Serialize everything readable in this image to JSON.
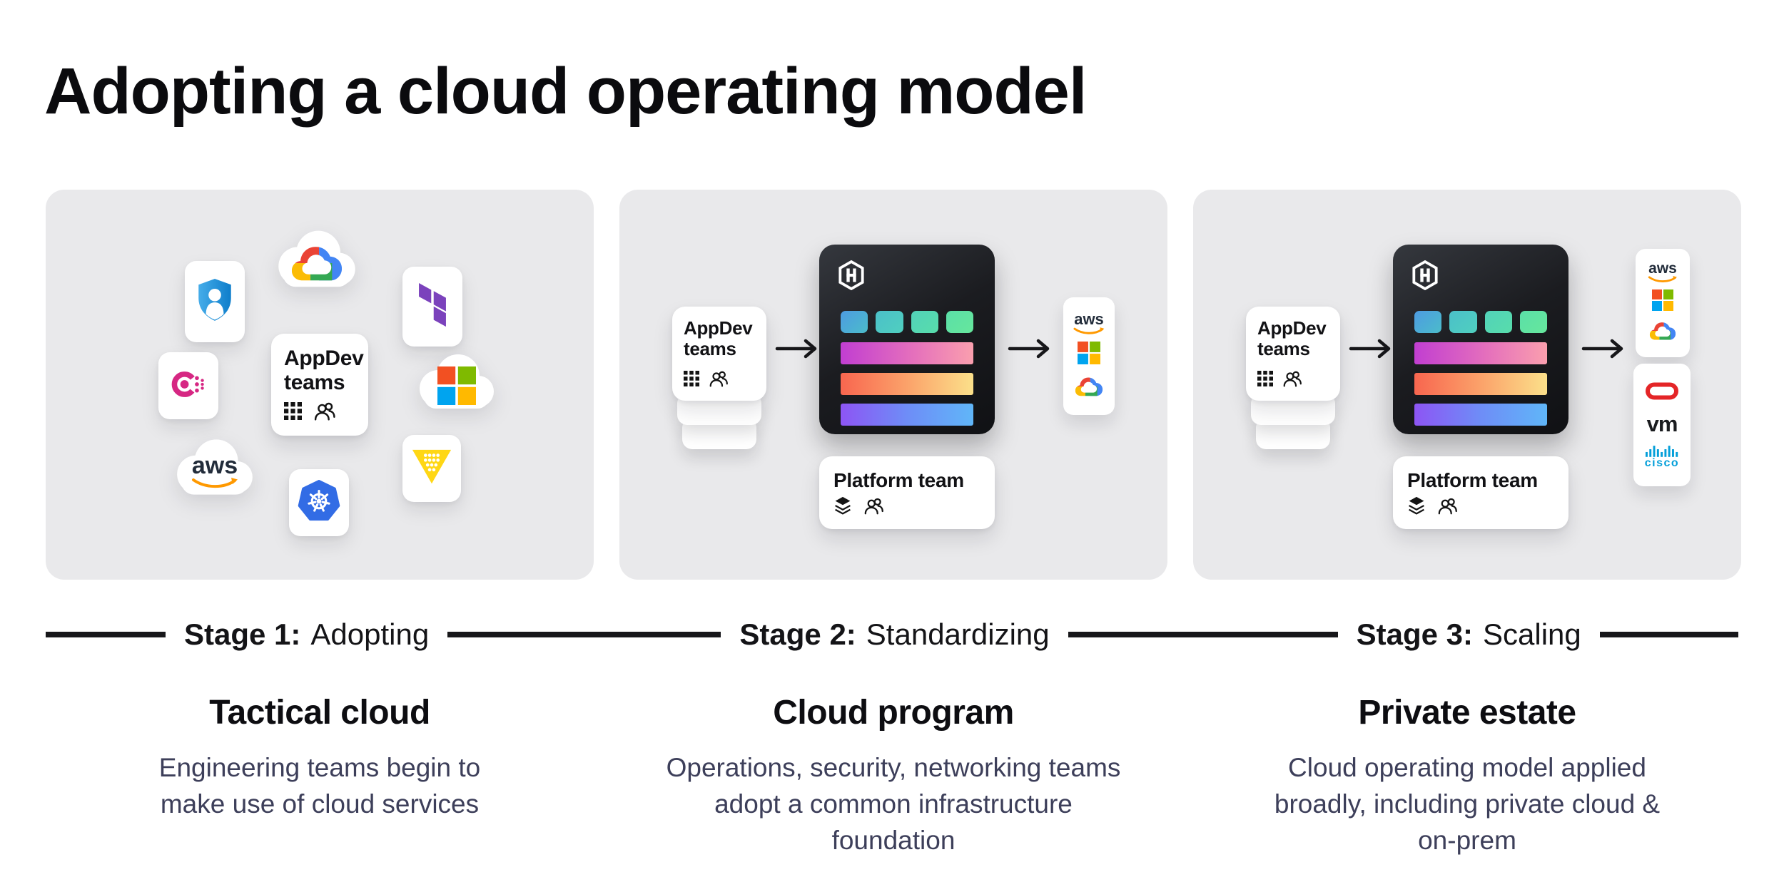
{
  "title": "Adopting a cloud operating model",
  "stage_row": {
    "stages": [
      {
        "prefix": "Stage 1:",
        "name": "Adopting"
      },
      {
        "prefix": "Stage 2:",
        "name": "Standardizing"
      },
      {
        "prefix": "Stage 3:",
        "name": "Scaling"
      }
    ]
  },
  "columns": [
    {
      "heading": "Tactical cloud",
      "description": "Engineering teams begin to make use of cloud services"
    },
    {
      "heading": "Cloud program",
      "description": "Operations, security, networking teams adopt a common infrastructure foundation"
    },
    {
      "heading": "Private estate",
      "description": "Cloud operating model applied broadly, including private cloud & on-prem"
    }
  ],
  "labels": {
    "appdev": "AppDev teams",
    "platform": "Platform team"
  },
  "logo_text": {
    "aws": "aws",
    "vm": "vm",
    "cisco": "cisco"
  },
  "icons": {
    "panel1": [
      "identity-shield-icon",
      "google-cloud-icon",
      "terraform-icon",
      "consul-icon",
      "microsoft-icon",
      "aws-icon",
      "kubernetes-icon",
      "vault-icon",
      "grid-icon",
      "people-icon"
    ],
    "panel2": [
      "grid-icon",
      "people-icon",
      "arrow-right-icon",
      "hashicorp-icon",
      "aws-icon",
      "microsoft-icon",
      "google-cloud-icon",
      "layers-icon"
    ],
    "panel3": [
      "grid-icon",
      "people-icon",
      "arrow-right-icon",
      "hashicorp-icon",
      "aws-icon",
      "microsoft-icon",
      "google-cloud-icon",
      "oracle-icon",
      "vmware-icon",
      "cisco-icon",
      "layers-icon"
    ]
  },
  "colors": {
    "panel_background": "#e9e9eb",
    "stage_line": "#17171a",
    "heading_text": "#0d0d11",
    "body_text": "#3d3f5a",
    "dark_box": "#1b1c20",
    "bar_pink": "#c13ed1-#fa9fae",
    "bar_orange": "#f8664f-#fbe08a",
    "bar_blue": "#8d55f4-#60b6f8",
    "square_teal": "#4d9be2-#66e79c",
    "terraform_purple": "#7b42bc",
    "consul_pink": "#d62783",
    "kubernetes_blue": "#326ce5",
    "vault_yellow": "#ffd715",
    "aws_orange": "#ff9900",
    "cisco_blue": "#049fd9",
    "oracle_red": "#e42527"
  }
}
